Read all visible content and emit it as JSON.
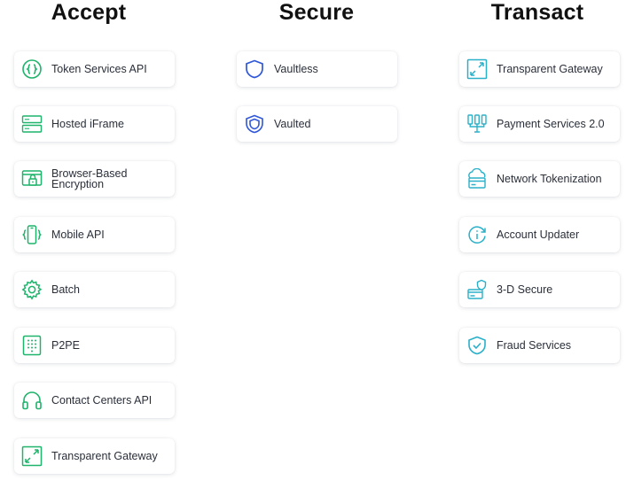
{
  "columns": [
    {
      "title": "Accept",
      "accent": "#1fb36b",
      "items": [
        {
          "label": "Token Services API",
          "icon": "token-icon"
        },
        {
          "label": "Hosted iFrame",
          "icon": "iframe-icon"
        },
        {
          "label": "Browser-Based Encryption",
          "icon": "browser-lock-icon"
        },
        {
          "label": "Mobile API",
          "icon": "mobile-icon"
        },
        {
          "label": "Batch",
          "icon": "gear-icon"
        },
        {
          "label": "P2PE",
          "icon": "keypad-icon"
        },
        {
          "label": "Contact Centers API",
          "icon": "headset-icon"
        },
        {
          "label": "Transparent Gateway",
          "icon": "expand-arrows-icon"
        }
      ]
    },
    {
      "title": "Secure",
      "accent": "#2f57d8",
      "items": [
        {
          "label": "Vaultless",
          "icon": "shield-icon"
        },
        {
          "label": "Vaulted",
          "icon": "shield-double-icon"
        }
      ]
    },
    {
      "title": "Transact",
      "accent": "#2ab0c9",
      "items": [
        {
          "label": "Transparent Gateway",
          "icon": "expand-arrows-icon"
        },
        {
          "label": "Payment Services 2.0",
          "icon": "services-icon"
        },
        {
          "label": "Network Tokenization",
          "icon": "cloud-card-icon"
        },
        {
          "label": "Account Updater",
          "icon": "refresh-info-icon"
        },
        {
          "label": "3-D Secure",
          "icon": "card-shield-icon"
        },
        {
          "label": "Fraud Services",
          "icon": "shield-check-icon"
        }
      ]
    }
  ]
}
